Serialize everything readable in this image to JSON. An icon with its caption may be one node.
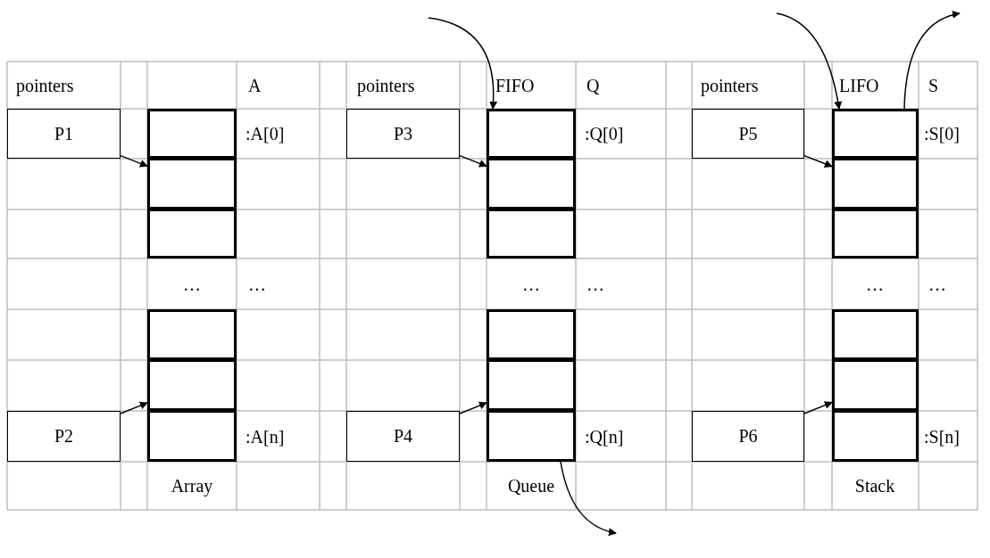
{
  "diagram": {
    "nodes": [
      {
        "text": [
          "P1"
        ]
      },
      {
        "text": [
          "P2"
        ]
      },
      {
        "text": [],
        "shape": "box"
      },
      {
        "text": [],
        "shape": "box"
      },
      {
        "text": [],
        "shape": "box"
      },
      {
        "text": [],
        "shape": "box"
      },
      {
        "text": [],
        "shape": "box"
      },
      {
        "text": [],
        "shape": "box"
      },
      {
        "text": [
          "P3"
        ]
      },
      {
        "text": [
          "P4"
        ]
      },
      {
        "text": [],
        "shape": "box"
      },
      {
        "text": [],
        "shape": "box"
      },
      {
        "text": [],
        "shape": "box"
      },
      {
        "text": [],
        "shape": "box"
      },
      {
        "text": [],
        "shape": "box"
      },
      {
        "text": [],
        "shape": "box"
      },
      {
        "text": [
          "P5"
        ]
      },
      {
        "text": [
          "P6"
        ]
      },
      {
        "text": [],
        "shape": "box"
      },
      {
        "text": [],
        "shape": "box"
      },
      {
        "text": [],
        "shape": "box"
      },
      {
        "text": [],
        "shape": "box"
      },
      {
        "text": [],
        "shape": "box"
      },
      {
        "text": [],
        "shape": "box"
      }
    ],
    "edges": [
      {
        "from": 0,
        "to": 3,
        "arrow": "to"
      },
      {
        "from": 1,
        "to": 6,
        "arrow": "to"
      },
      {
        "from": null,
        "to": 10,
        "arrow": "to"
      },
      {
        "from": 8,
        "to": 11,
        "arrow": "to"
      },
      {
        "from": 9,
        "to": 14,
        "arrow": "to"
      },
      {
        "from": 15,
        "to": null,
        "arrow": "to"
      },
      {
        "from": null,
        "to": 18,
        "arrow": "to"
      },
      {
        "from": 18,
        "to": null,
        "arrow": "to"
      },
      {
        "from": 16,
        "to": 19,
        "arrow": "to"
      },
      {
        "from": 17,
        "to": 22,
        "arrow": "to"
      }
    ],
    "labels": [
      "pointers",
      "A",
      "pointers",
      "FIFO",
      "Q",
      "pointers",
      "LIFO",
      "S",
      ":A[0]",
      ":Q[0]",
      ":S[0]",
      "…",
      "…",
      "…",
      "…",
      "…",
      "…",
      ":A[n]",
      ":Q[n]",
      ":S[n]",
      "Array",
      "Queue",
      "Stack"
    ]
  }
}
